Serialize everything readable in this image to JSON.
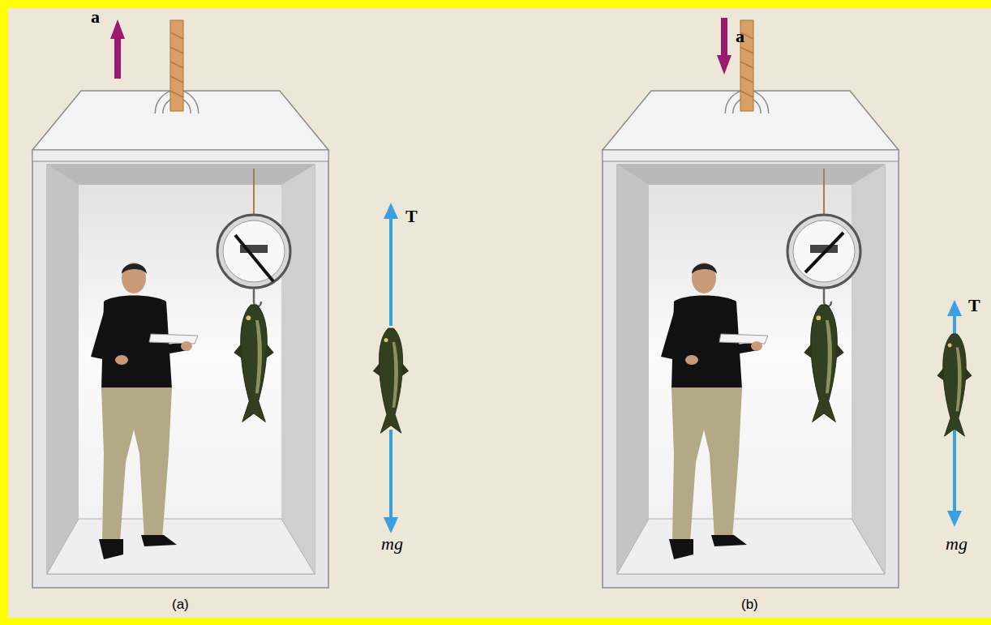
{
  "diagram": {
    "labels": [
      "a",
      "T",
      "mg",
      "(a)",
      "a",
      "T",
      "mg",
      "(b)"
    ]
  }
}
